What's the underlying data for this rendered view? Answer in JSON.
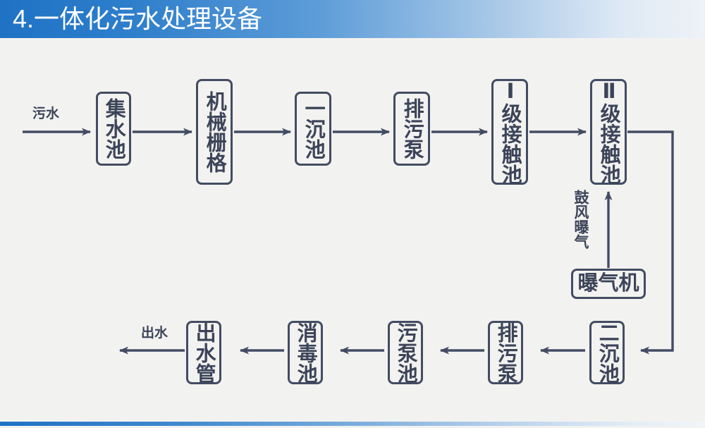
{
  "header": {
    "title": "4.一体化污水处理设备",
    "gradient_start": "#1f72c4",
    "gradient_end": "#eef2f6"
  },
  "footer": {
    "gradient_start": "#1f72c4",
    "gradient_end": "#f2f5f9"
  },
  "theme": {
    "background": "#f2f2f0",
    "line_color": "#434c63",
    "text_color": "#3c4459"
  },
  "diagram": {
    "type": "process-flow",
    "row_top": {
      "inlet_label": "污水",
      "nodes": [
        {
          "id": "collection-tank",
          "label": "集水池"
        },
        {
          "id": "mechanical-grid",
          "label": "机械栅格"
        },
        {
          "id": "primary-settling-tank",
          "label": "一沉池"
        },
        {
          "id": "sewage-pump",
          "label": "排污泵"
        },
        {
          "id": "contact-tank-1",
          "label": "Ⅰ级接触池"
        },
        {
          "id": "contact-tank-2",
          "label": "Ⅱ级接触池"
        }
      ]
    },
    "aeration": {
      "label": "鼓风曝气",
      "node": {
        "id": "aerator",
        "label": "曝气机"
      }
    },
    "row_bottom": {
      "outlet_label": "出水",
      "nodes": [
        {
          "id": "outlet-pipe",
          "label": "出水管"
        },
        {
          "id": "disinfection-tank",
          "label": "消毒池"
        },
        {
          "id": "sludge-pump-tank",
          "label": "污泵池"
        },
        {
          "id": "sewage-pump-2",
          "label": "排污泵"
        },
        {
          "id": "secondary-settling-tank",
          "label": "二沉池"
        }
      ]
    }
  }
}
